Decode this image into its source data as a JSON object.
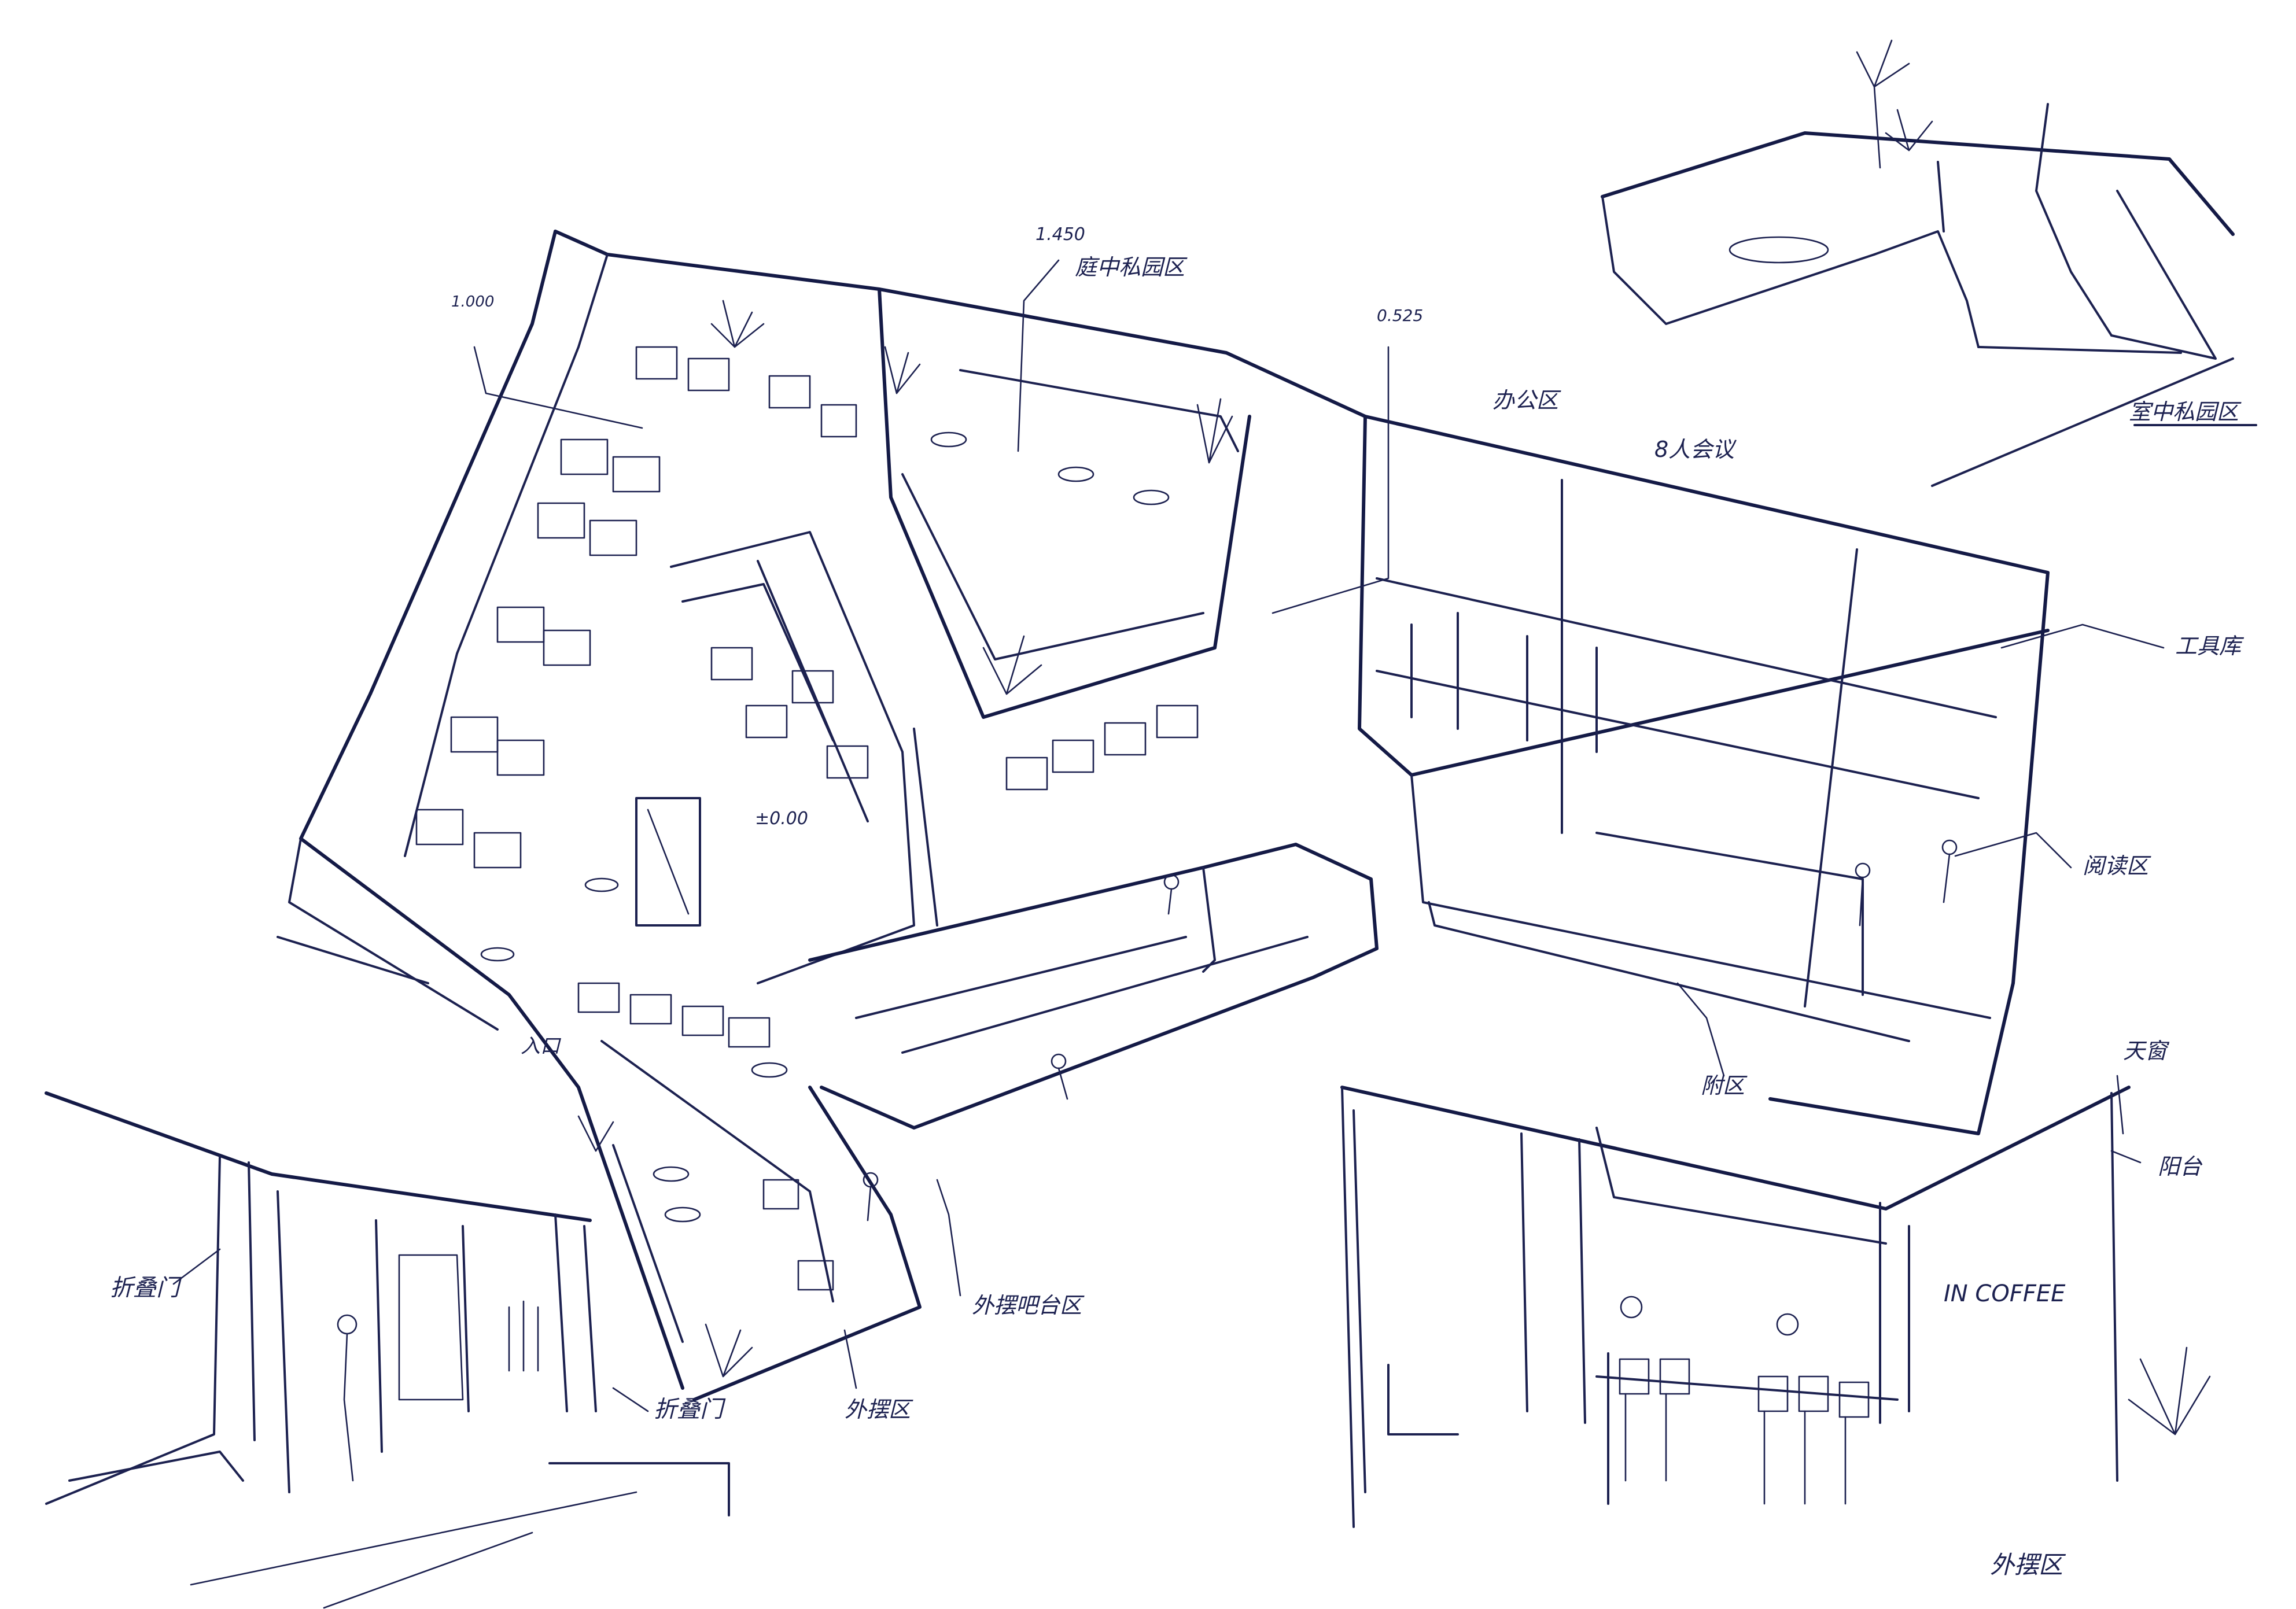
{
  "colors": {
    "ink": "#1c2150",
    "paper": "#ffffff"
  },
  "annotations": {
    "elev_1": "1.450",
    "courtyard_top": "庭中私园区",
    "elev_2": "0.525",
    "elev_3": "1.000",
    "office": "办公区",
    "office_2": "8人会议",
    "tool_room": "工具库",
    "reading": "阅读区",
    "entrance": "入口",
    "elev_floor": "±0.00",
    "folding_door_left": "折叠门",
    "folding_door_right": "折叠门",
    "outdoor_bar": "外摆吧台区",
    "outdoor_seating": "外摆区",
    "corridor": "附区",
    "courtyard_inset": "室中私园区",
    "skylight": "天窗",
    "balcony": "阳台",
    "coffee_sign": "IN COFFEE",
    "outdoor_seating_2": "外摆区"
  }
}
